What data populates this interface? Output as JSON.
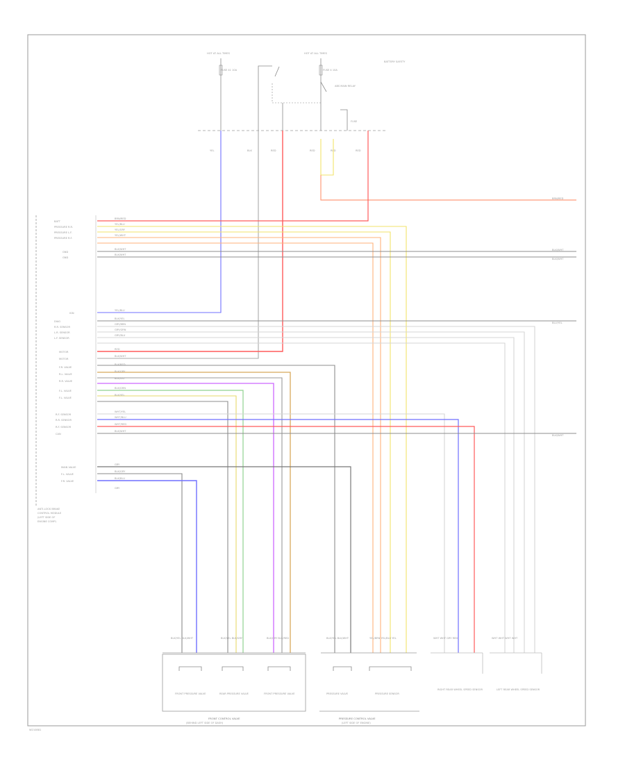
{
  "power": {
    "left_hot": "HOT AT ALL TIMES",
    "left_fuse": "FUSE 41 10A",
    "right_hot": "HOT AT ALL TIMES",
    "right_fuse": "FUSE 4 10A",
    "battery_note": "BATTERY SAFETY",
    "relay_label": "ABS MAIN RELAY",
    "fuse_small": "FUSE"
  },
  "wire_codes": {
    "c1": "YEL",
    "c2": "BLK",
    "c3": "RED",
    "c4": "RED",
    "c5": "RED",
    "c6": "RED",
    "right_stub_top": "BRN/RED",
    "right_stub_a": "BLK/WHT",
    "right_stub_b": "BLK/WHT",
    "right_stub_c": "BLU/YEL",
    "right_stub_d": "BLK/WHT"
  },
  "module": {
    "note_line1": "ANTI-LOCK BRAKE",
    "note_line2": "CONTROL MODULE",
    "note_line3": "(LEFT SIDE OF",
    "note_line4": "ENGINE COMP)",
    "top_pins": [
      {
        "pin": "BATT",
        "wire": "BRN/RED"
      },
      {
        "pin": "PRESSURE R.R.",
        "wire": "YEL/BLU"
      },
      {
        "pin": "PRESSURE L.F.",
        "wire": "YEL/GRY"
      },
      {
        "pin": "PRESSURE R.F.",
        "wire": "YEL/WHT"
      },
      {
        "pin": "GND",
        "wire": "BLK/WHT"
      },
      {
        "pin": "GND",
        "wire": "BLK/WHT"
      }
    ],
    "mid_pins": [
      {
        "pin": "IGN",
        "wire": "YEL/BLU"
      },
      {
        "pin": "DIAG",
        "wire": "BLK/YEL"
      },
      {
        "pin": "R.R. SENSOR",
        "wire": "GRY/BRN"
      },
      {
        "pin": "L.R. SENSOR",
        "wire": "GRY/GRN"
      },
      {
        "pin": "L.F. SENSOR",
        "wire": "GRY/BLU"
      },
      {
        "pin": "MOTOR",
        "wire": "RED"
      },
      {
        "pin": "MOTOR",
        "wire": "BLK/WHT"
      },
      {
        "pin": "F.R. VALVE",
        "wire": "BLK/RED"
      },
      {
        "pin": "R.L. VALVE",
        "wire": "BLK/GRY"
      },
      {
        "pin": "R.R. VALVE",
        "wire": "BLK/VIO"
      },
      {
        "pin": "F.L. VALVE",
        "wire": "BLK/GRN"
      },
      {
        "pin": "F.L. VALVE",
        "wire": "BLK/YEL"
      }
    ],
    "lower_pins": [
      {
        "pin": "R.F. SENSOR",
        "wire": "WHT/YEL"
      },
      {
        "pin": "R.R. SENSOR",
        "wire": "WHT/BLU"
      },
      {
        "pin": "R.F. SENSOR",
        "wire": "WHT/RED"
      },
      {
        "pin": "CAN",
        "wire": "BLK/WHT"
      }
    ],
    "bottom_pins": [
      {
        "pin": "MAIN VALVE",
        "wire": "GRY"
      },
      {
        "pin": "F.L. VALVE",
        "wire": "BLK/GRY"
      },
      {
        "pin": "F.R. VALVE",
        "wire": "BLK/BLU"
      },
      {
        "pin": "",
        "wire": "GRY"
      }
    ]
  },
  "components": {
    "front_valve_a": "FRONT PRESSURE VALVE",
    "front_valve_b": "REAR PRESSURE VALVE",
    "front_valve_c": "FRONT PRESSURE VALVE",
    "front_group": "FRONT CONTROL VALVE",
    "front_group_sub": "(BEHIND LEFT SIDE OF DASH)",
    "sensor_a": "PRESSURE VALVE",
    "sensor_b": "PRESSURE SENSOR",
    "sensor_group": "PRESSURE CONTROL VALVE",
    "sensor_group_sub": "(LEFT SIDE OF ENGINE)",
    "rear_right": "RIGHT REAR WHEEL SPEED SENSOR",
    "rear_left": "LEFT REAR WHEEL SPEED SENSOR"
  },
  "wire_labels_bottom": {
    "g1": "BLK/YEL  BLK/WHT",
    "g2": "BLK/YEL  BLK/GRY",
    "g3": "BLK/GRY  BLK/RED",
    "g4": "BLK/YEL  BLK/WHT",
    "g5": "YEL/BRN  YEL/BLU  YEL",
    "g6": "WHT  WHT  GRY  RED",
    "g7": "WHT  WHT  WHT  WHT"
  },
  "footer_code": "W210881",
  "colors": {
    "red": "#ff5a5a",
    "orange": "#ffb27a",
    "yellow": "#f2e36a",
    "blue": "#6f6fff",
    "violet": "#cc66ff",
    "green": "#8fd28f",
    "brown": "#d8a85a",
    "gray": "#8c8c8c",
    "light": "#d5d5d5"
  }
}
